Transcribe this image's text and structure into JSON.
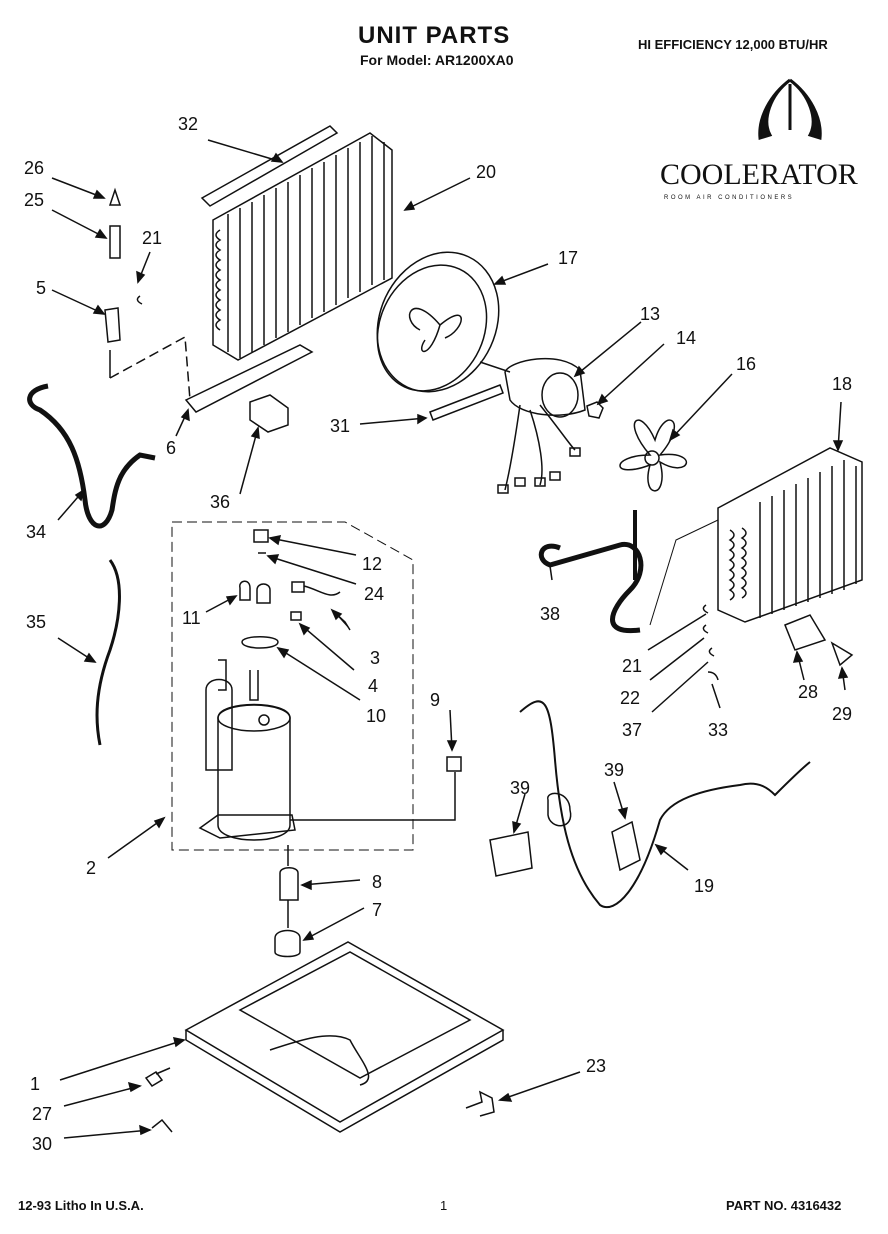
{
  "header": {
    "title": "UNIT PARTS",
    "subtitle": "For Model: AR1200XA0",
    "efficiency": "HI EFFICIENCY 12,000 BTU/HR",
    "brand_name": "COOLERATOR",
    "brand_tagline": "ROOM AIR CONDITIONERS"
  },
  "footer": {
    "left": "12-93 Litho In U.S.A.",
    "center": "1",
    "right": "PART NO. 4316432"
  },
  "callouts": [
    "1",
    "2",
    "3",
    "4",
    "5",
    "6",
    "7",
    "8",
    "9",
    "10",
    "11",
    "12",
    "13",
    "14",
    "16",
    "17",
    "18",
    "19",
    "20",
    "21",
    "21",
    "22",
    "23",
    "24",
    "25",
    "26",
    "27",
    "28",
    "29",
    "30",
    "31",
    "32",
    "33",
    "34",
    "35",
    "36",
    "37",
    "38",
    "39",
    "39"
  ]
}
